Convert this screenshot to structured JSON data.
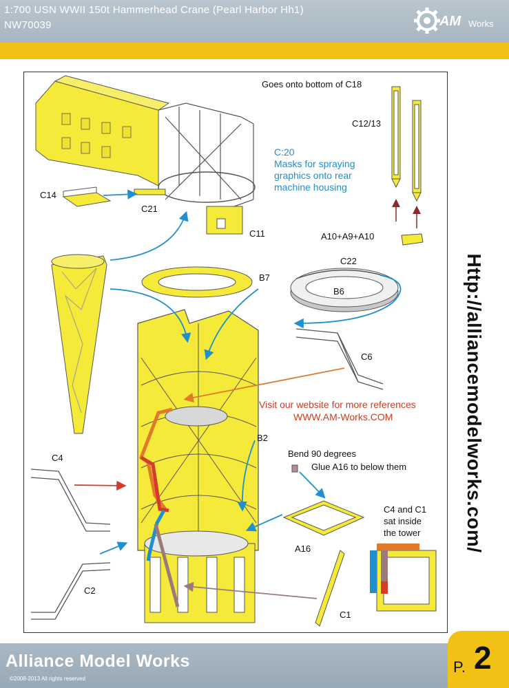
{
  "header": {
    "title": "1:700 USN WWII 150t Hammerhead Crane (Pearl Harbor Hh1)",
    "code": "NW70039",
    "logo_text": "AM",
    "logo_sub": "Works"
  },
  "side_url": "Http://alliancemodelworks.com/",
  "labels": {
    "goes_onto": "Goes onto bottom of C18",
    "c1213": "C12/13",
    "c20": "C:20",
    "c20_l1": "Masks for spraying",
    "c20_l2": "graphics onto rear",
    "c20_l3": "machine housing",
    "c14": "C14",
    "c21": "C21",
    "c11": "C11",
    "a10": "A10+A9+A10",
    "c22": "C22",
    "b7": "B7",
    "b6": "B6",
    "c6": "C6",
    "visit1": "Visit our website for more references",
    "visit2": "WWW.AM-Works.COM",
    "b2": "B2",
    "bend": "Bend 90 degrees",
    "glue": "Glue A16 to below them",
    "c4": "C4",
    "c4c1_l1": "C4 and C1",
    "c4c1_l2": "sat inside",
    "c4c1_l3": "the tower",
    "a16": "A16",
    "c2": "C2",
    "c1": "C1"
  },
  "footer": {
    "brand": "Alliance Model Works",
    "copyright": "©2008-2013 All rights reserved",
    "page_prefix": "P.",
    "page_number": "2"
  },
  "colors": {
    "part_yellow": "#f5ea3a",
    "accent_yellow": "#f2c116",
    "arrow_blue": "#1f8fcf",
    "arrow_red": "#d63a2a",
    "arrow_orange": "#e07a2a",
    "arrow_mauve": "#9a7a7a"
  }
}
